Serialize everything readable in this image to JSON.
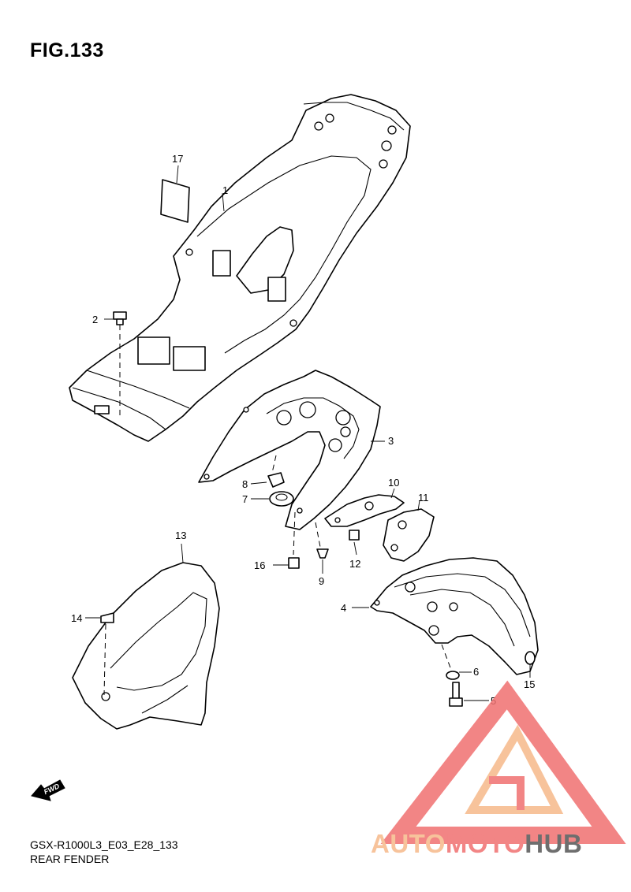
{
  "figure": {
    "title": "FIG.133",
    "model_code": "GSX-R1000L3_E03_E28_133",
    "section_name": "REAR FENDER"
  },
  "callouts": [
    {
      "id": "1",
      "label": "1"
    },
    {
      "id": "2",
      "label": "2"
    },
    {
      "id": "3",
      "label": "3"
    },
    {
      "id": "4",
      "label": "4"
    },
    {
      "id": "5",
      "label": "5"
    },
    {
      "id": "6",
      "label": "6"
    },
    {
      "id": "7",
      "label": "7"
    },
    {
      "id": "8",
      "label": "8"
    },
    {
      "id": "9",
      "label": "9"
    },
    {
      "id": "10",
      "label": "10"
    },
    {
      "id": "11",
      "label": "11"
    },
    {
      "id": "12",
      "label": "12"
    },
    {
      "id": "13",
      "label": "13"
    },
    {
      "id": "14",
      "label": "14"
    },
    {
      "id": "15",
      "label": "15"
    },
    {
      "id": "16",
      "label": "16"
    },
    {
      "id": "17",
      "label": "17"
    }
  ],
  "fwd_arrow": {
    "label": "FWD"
  },
  "watermark": {
    "part1": "AUTO",
    "part2": "MOTO",
    "part3": "HUB",
    "colors": {
      "light": "#f6b98a",
      "accent": "#f07070",
      "dark": "#555555",
      "triangle": "#f07070"
    }
  }
}
